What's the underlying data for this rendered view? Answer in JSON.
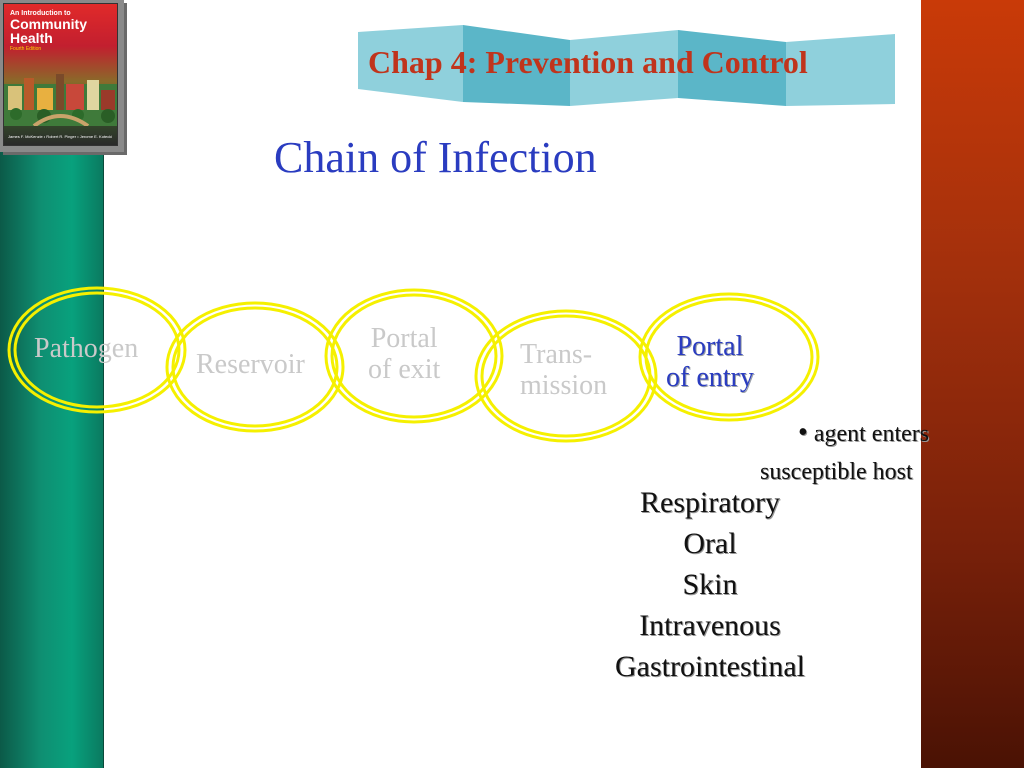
{
  "book": {
    "small_title": "An Introduction to",
    "big_title_line1": "Community",
    "big_title_line2": "Health",
    "edition": "Fourth Edition",
    "authors": "James F. McKenzie • Robert R. Pinger • Jerome E. Kotecki"
  },
  "header": {
    "chapter_title": "Chap 4: Prevention and Control"
  },
  "slide": {
    "title": "Chain of Infection"
  },
  "chain": {
    "links": [
      {
        "line1": "Pathogen",
        "line2": ""
      },
      {
        "line1": "Reservoir",
        "line2": ""
      },
      {
        "line1": "Portal",
        "line2": "of exit"
      },
      {
        "line1": "Trans-",
        "line2": "mission"
      },
      {
        "line1": "Portal",
        "line2": "of entry"
      }
    ],
    "active_index": 4
  },
  "bullet": {
    "line1": "agent enters",
    "line2": "susceptible host"
  },
  "entries": [
    "Respiratory",
    "Oral",
    "Skin",
    "Intravenous",
    "Gastrointestinal"
  ],
  "colors": {
    "link_ring": "#f5f000",
    "active_text": "#2a3cc0",
    "inactive_text": "#c9c9c9",
    "header_text": "#c0341c"
  }
}
